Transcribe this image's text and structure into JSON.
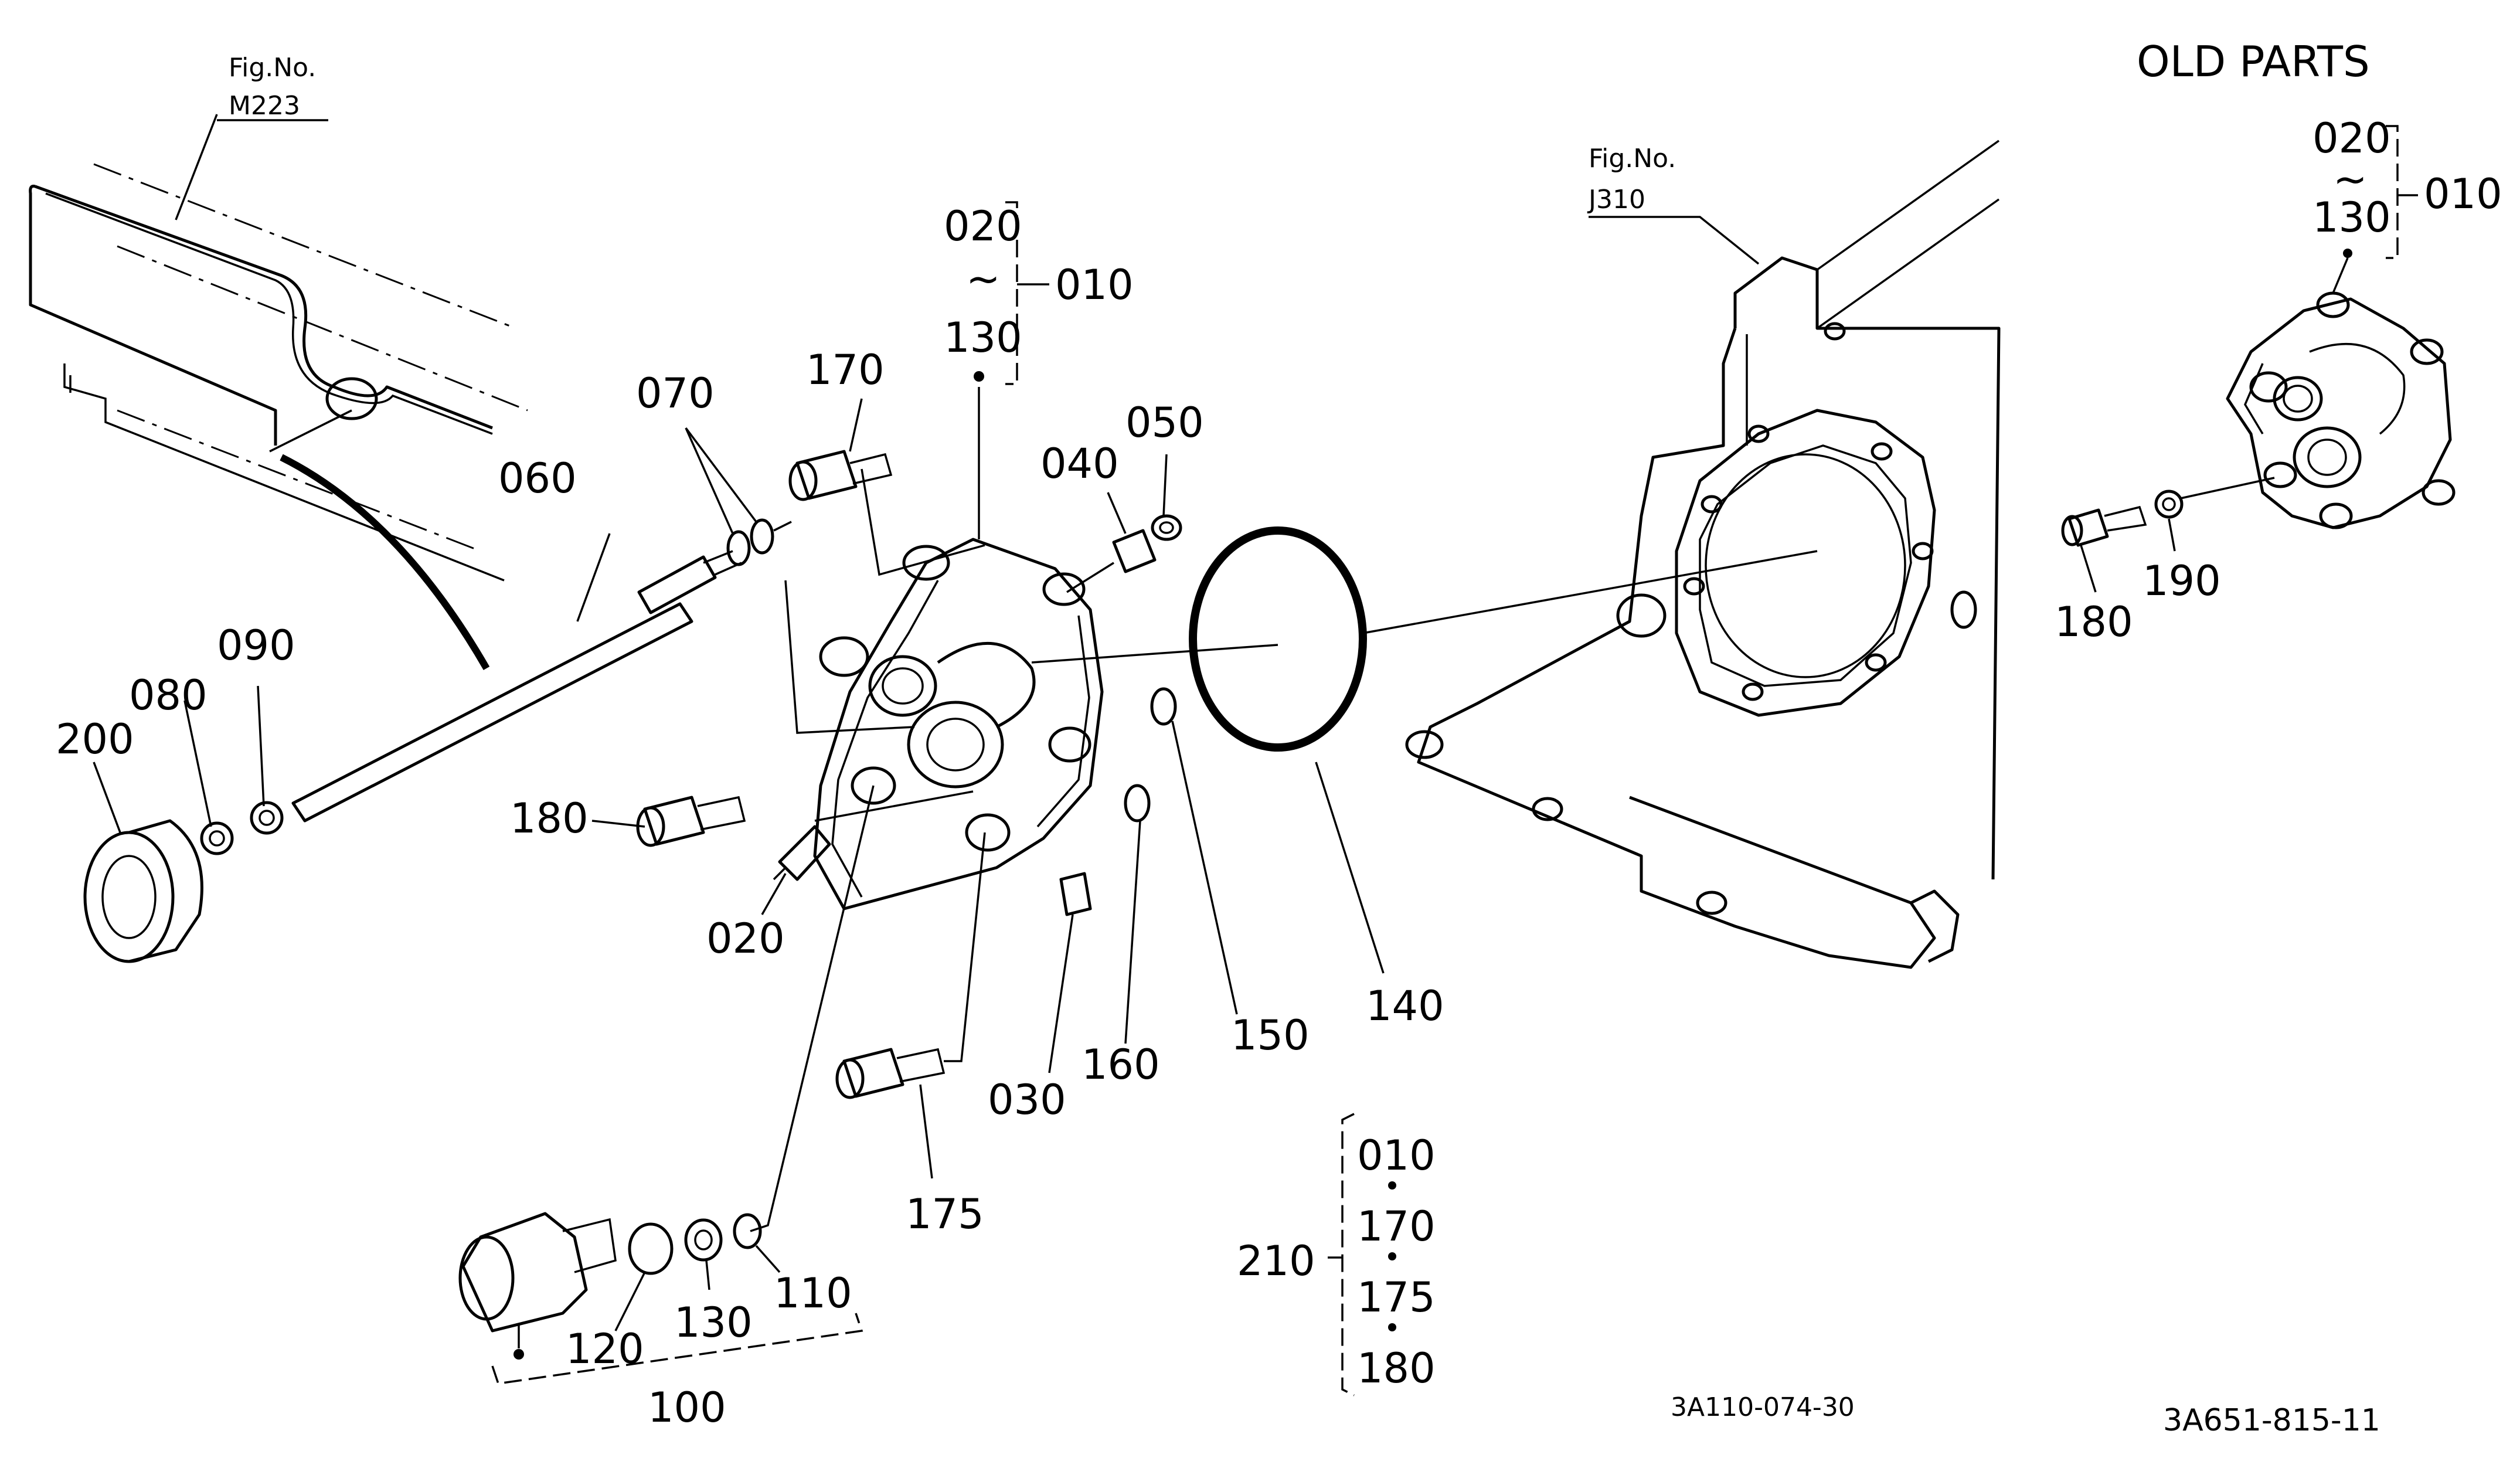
{
  "labels": {
    "fig_no_left": "Fig.No.",
    "fig_ref_left": "M223",
    "fig_no_right": "Fig.No.",
    "fig_ref_right": "J310",
    "old_parts": "OLD PARTS",
    "p010_main": "010",
    "p020_main": "020",
    "tilde_main": "~",
    "p130_main": "130",
    "p170": "170",
    "p070": "070",
    "p060": "060",
    "p050": "050",
    "p040": "040",
    "p090": "090",
    "p080": "080",
    "p200": "200",
    "p180_left": "180",
    "p020_bottom": "020",
    "p030": "030",
    "p160": "160",
    "p150": "150",
    "p140": "140",
    "p175": "175",
    "p120": "120",
    "p130_bottom": "130",
    "p110": "110",
    "p100": "100",
    "p210": "210",
    "kit_010": "010",
    "kit_170": "170",
    "kit_175": "175",
    "kit_180": "180",
    "old_020": "020",
    "old_tilde": "~",
    "old_130": "130",
    "old_010": "010",
    "old_180": "180",
    "old_190": "190",
    "code_center": "3A110-074-30",
    "code_right": "3A651-815-11"
  }
}
